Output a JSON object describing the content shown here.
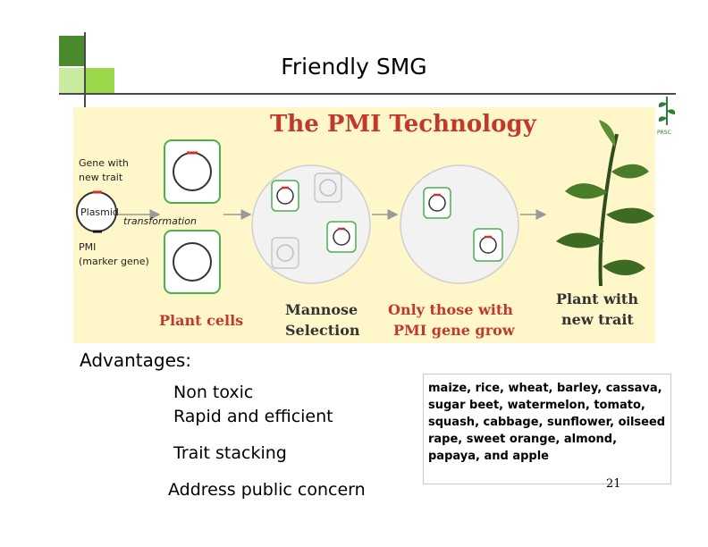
{
  "slide": {
    "title": "Friendly SMG",
    "advantages_heading": "Advantages:",
    "bullets": [
      "Non toxic",
      "Rapid and efficient",
      "Trait stacking",
      "Address public concern"
    ],
    "crops_text": "maize, rice, wheat, barley, cassava, sugar beet, watermelon, tomato, squash, cabbage, sunflower, oilseed rape, sweet orange, almond, papaya, and apple",
    "page_number": "21"
  },
  "figure": {
    "title": "The PMI Technology",
    "label_gene_line1": "Gene with",
    "label_gene_line2": "new trait",
    "label_plasmid": "Plasmid",
    "label_transformation": "transformation",
    "label_pmi_line1": "PMI",
    "label_pmi_line2": "(marker gene)",
    "label_plant_cells": "Plant cells",
    "label_mannose_line1": "Mannose",
    "label_mannose_line2": "Selection",
    "label_only_line1": "Only those with",
    "label_only_line2": "PMI gene grow",
    "label_plant_line1": "Plant with",
    "label_plant_line2": "new trait",
    "logo_text": "PRSC",
    "colors": {
      "background": "#fff7c9",
      "title": "#c0392b",
      "green": "#4caf50",
      "red": "#d32f2f"
    }
  }
}
